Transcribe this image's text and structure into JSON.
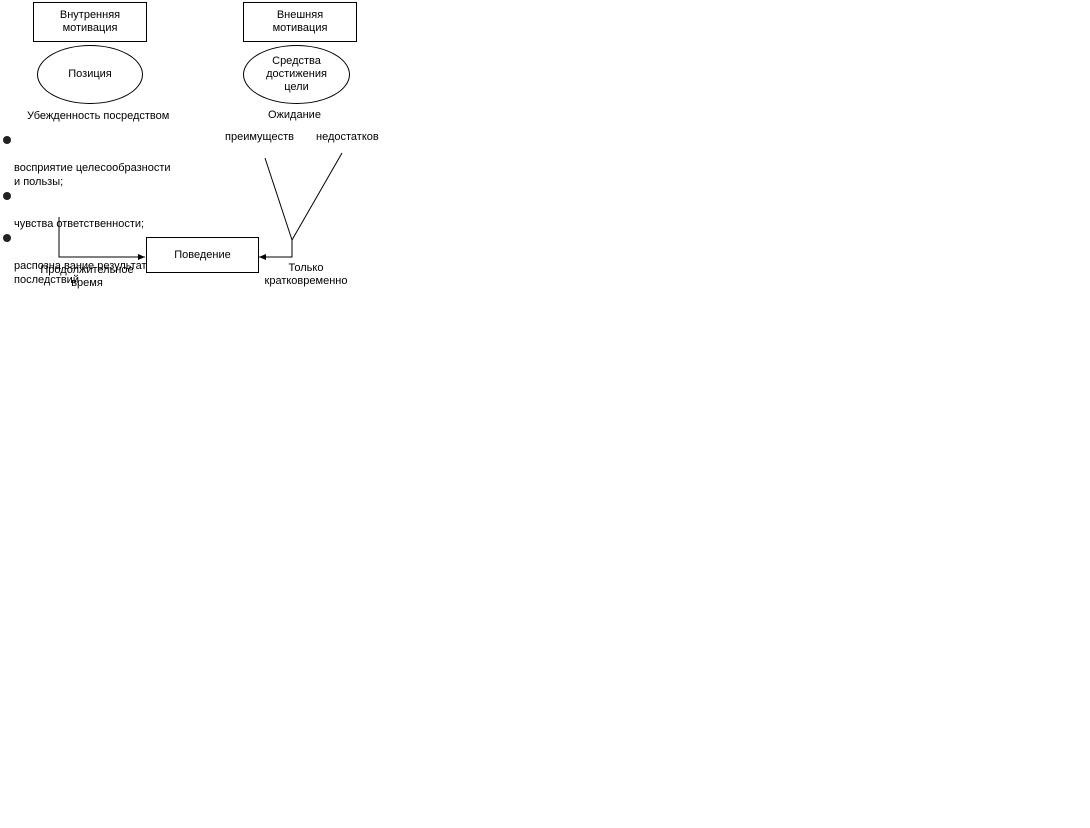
{
  "diagram": {
    "internal_motivation": "Внутренняя\nмотивация",
    "external_motivation": "Внешняя\nмотивация",
    "position": "Позиция",
    "means_to_goal": "Средства\nдостижения\nцели",
    "conviction_through": "Убежденность посредством",
    "expectation": "Ожидание",
    "advantages": "преимуществ",
    "disadvantages": "недостатков",
    "bullets": [
      "восприятие целесообразности\nи пользы;",
      "чувства ответственности;",
      "распозна вание результатов и\nпоследствий"
    ],
    "behavior": "Поведение",
    "long_time": "Продолжительное\nвремя",
    "only_short_term": "Только\nкратковременно"
  }
}
